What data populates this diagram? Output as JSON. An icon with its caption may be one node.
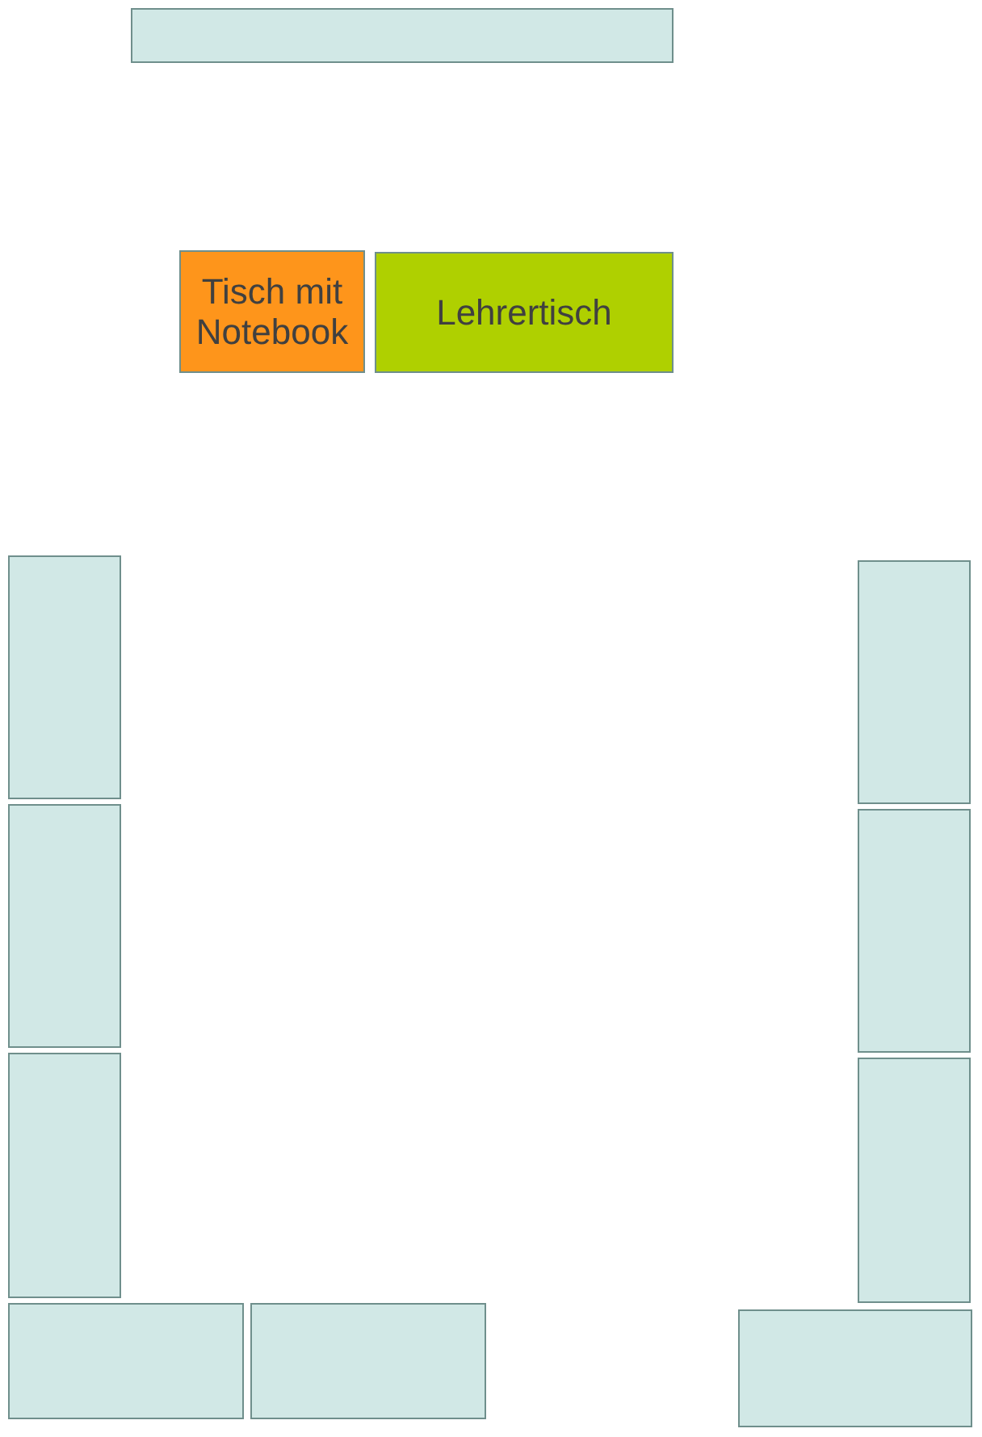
{
  "diagram": {
    "nodes": [
      {
        "text": [],
        "shape": "box"
      },
      {
        "text": [
          "Tisch mit Notebook"
        ]
      },
      {
        "text": [
          "Lehrertisch"
        ]
      },
      {
        "text": [],
        "shape": "box"
      },
      {
        "text": [],
        "shape": "box"
      },
      {
        "text": [],
        "shape": "box"
      },
      {
        "text": [],
        "shape": "box"
      },
      {
        "text": [],
        "shape": "box"
      },
      {
        "text": [],
        "shape": "box"
      },
      {
        "text": [],
        "shape": "box"
      },
      {
        "text": [],
        "shape": "box"
      },
      {
        "text": [],
        "shape": "box"
      }
    ]
  }
}
